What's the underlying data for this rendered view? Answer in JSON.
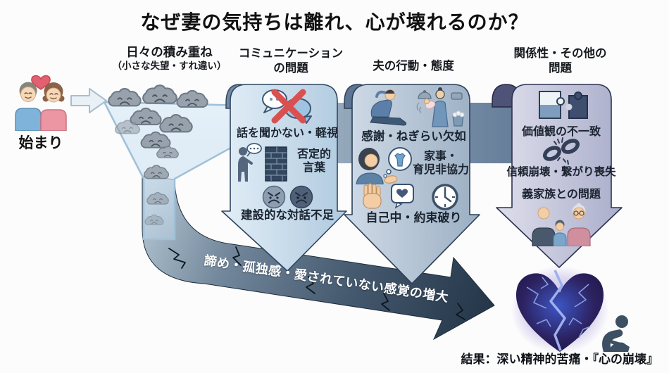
{
  "title": "なぜ妻の気持ちは離れ、心が壊れるのか？",
  "start": {
    "label": "始まり",
    "icons": [
      "couple-icon",
      "love-heart-icon"
    ]
  },
  "funnel": {
    "header_lines": [
      "日々の積み重ね",
      "（小さな失望・すれ違い）"
    ],
    "icon": "sad-cloud-icon",
    "cloud_count": 11
  },
  "columns": [
    {
      "id": "communication",
      "header_lines": [
        "コミュニケーション",
        "の問題"
      ],
      "items": [
        {
          "icon": "crossed-speech-bubbles-icon",
          "label": "話を聞かない・軽視"
        },
        {
          "icon": "person-speech-brick-wall-icon",
          "label_lines": [
            "否定的",
            "言葉"
          ]
        },
        {
          "icon": "angry-faces-icon",
          "label": "建設的な対話不足"
        }
      ]
    },
    {
      "id": "husband-behavior",
      "header_lines": [
        "夫の行動・態度"
      ],
      "items": [
        {
          "icon": "lazy-husband-overworked-wife-icon",
          "label": "感謝・ねぎらい欠如"
        },
        {
          "icon": "wife-thinking-chores-icon",
          "label_lines": [
            "家事・",
            "育児非協力"
          ]
        },
        {
          "icon": "stop-hand-heart-clock-icon",
          "label": "自己中・約束破り"
        }
      ]
    },
    {
      "id": "relationship-other",
      "header_lines": [
        "関係性・その他の",
        "問題"
      ],
      "items": [
        {
          "icon": "mismatched-puzzle-icon",
          "label": "価値観の不一致"
        },
        {
          "icon": "broken-chain-icon",
          "label": "信頼崩壊・繋がり喪失"
        },
        {
          "icon": "in-laws-family-icon",
          "label": "義家族との問題"
        }
      ]
    }
  ],
  "flow_arrow": {
    "label": "諦め・孤独感・愛されていない感覚の増大"
  },
  "result": {
    "caption": "結果：深い精神的苦痛・『心の崩壊』",
    "icons": [
      "broken-heart-icon",
      "despairing-person-icon"
    ]
  },
  "colors": {
    "title_text": "#111111",
    "ribbon1_body": "#dcebf5",
    "ribbon1_curl": "#7089a6",
    "ribbon2_body": "#c9d5e2",
    "ribbon2_curl": "#5d7492",
    "ribbon3_body": "#d9d9e8",
    "ribbon3_curl": "#4e5377",
    "band_left": "#b9c7d5",
    "band_right": "#647c98",
    "flow_arrow_light": "#aebfcc",
    "flow_arrow_dark": "#243648",
    "funnel_fill": "#d6e7f3",
    "cloud_fill": "#98a2ad",
    "cross_red": "#d95050",
    "couple_heart": "#e2606f",
    "heart_glow": "#8976c7",
    "broken_heart_core": "#3d55c4",
    "broken_heart_edge": "#1d1240"
  }
}
